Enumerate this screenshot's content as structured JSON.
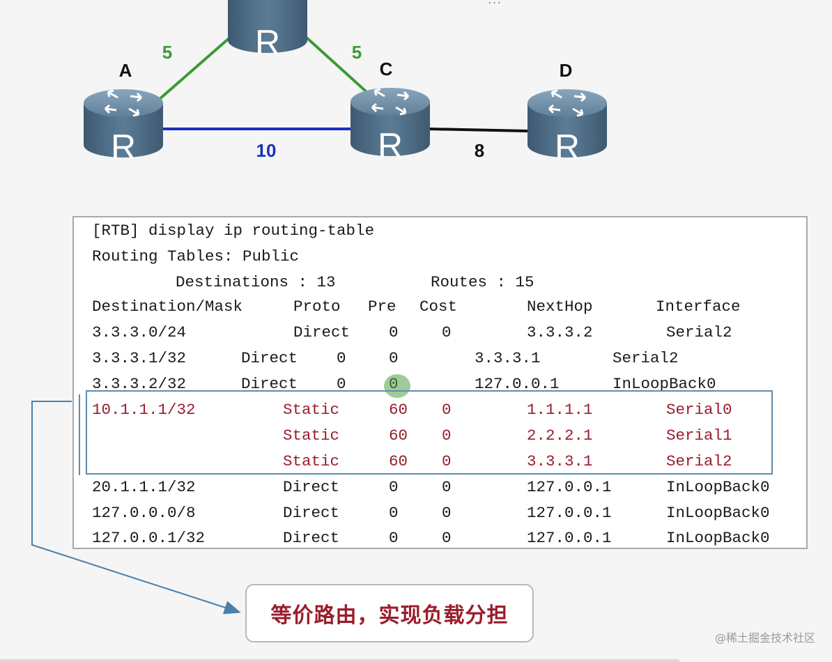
{
  "topology": {
    "router_symbol": "R",
    "nodes": {
      "A": "A",
      "C": "C",
      "D": "D"
    },
    "links": {
      "a_b": "5",
      "b_c": "5",
      "a_c": "10",
      "c_d": "8"
    },
    "colors": {
      "green_link": "#3c9a36",
      "blue_link": "#1a2fbf",
      "black_link": "#111111",
      "router_body": "#4f6e88"
    }
  },
  "terminal": {
    "command": "[RTB] display ip routing-table",
    "tables_line": "Routing Tables: Public",
    "summary": {
      "destinations": "Destinations : 13",
      "routes": "Routes : 15"
    },
    "headers": [
      "Destination/Mask",
      "Proto",
      "Pre",
      "Cost",
      "NextHop",
      "Interface"
    ],
    "rows": [
      {
        "dest": "3.3.3.0/24",
        "proto": "Direct",
        "pre": "0",
        "cost": "0",
        "nexthop": "3.3.3.2",
        "iface": "Serial2"
      },
      {
        "dest": "3.3.3.1/32",
        "proto": "Direct",
        "pre": "0",
        "cost": "0",
        "nexthop": "3.3.3.1",
        "iface": "Serial2"
      },
      {
        "dest": "3.3.3.2/32",
        "proto": "Direct",
        "pre": "0",
        "cost": "0",
        "nexthop": "127.0.0.1",
        "iface": "InLoopBack0"
      },
      {
        "dest": "10.1.1.1/32",
        "proto": "Static",
        "pre": "60",
        "cost": "0",
        "nexthop": "1.1.1.1",
        "iface": "Serial0"
      },
      {
        "dest": "",
        "proto": "Static",
        "pre": "60",
        "cost": "0",
        "nexthop": "2.2.2.1",
        "iface": "Serial1"
      },
      {
        "dest": "",
        "proto": "Static",
        "pre": "60",
        "cost": "0",
        "nexthop": "3.3.3.1",
        "iface": "Serial2"
      },
      {
        "dest": "20.1.1.1/32",
        "proto": "Direct",
        "pre": "0",
        "cost": "0",
        "nexthop": "127.0.0.1",
        "iface": "InLoopBack0"
      },
      {
        "dest": "127.0.0.0/8",
        "proto": "Direct",
        "pre": "0",
        "cost": "0",
        "nexthop": "127.0.0.1",
        "iface": "InLoopBack0"
      },
      {
        "dest": "127.0.0.1/32",
        "proto": "Direct",
        "pre": "0",
        "cost": "0",
        "nexthop": "127.0.0.1",
        "iface": "InLoopBack0"
      }
    ],
    "highlight_color": "#9a1d2c"
  },
  "callout": {
    "text": "等价路由，实现负载分担"
  },
  "watermark": "@稀土掘金技术社区"
}
